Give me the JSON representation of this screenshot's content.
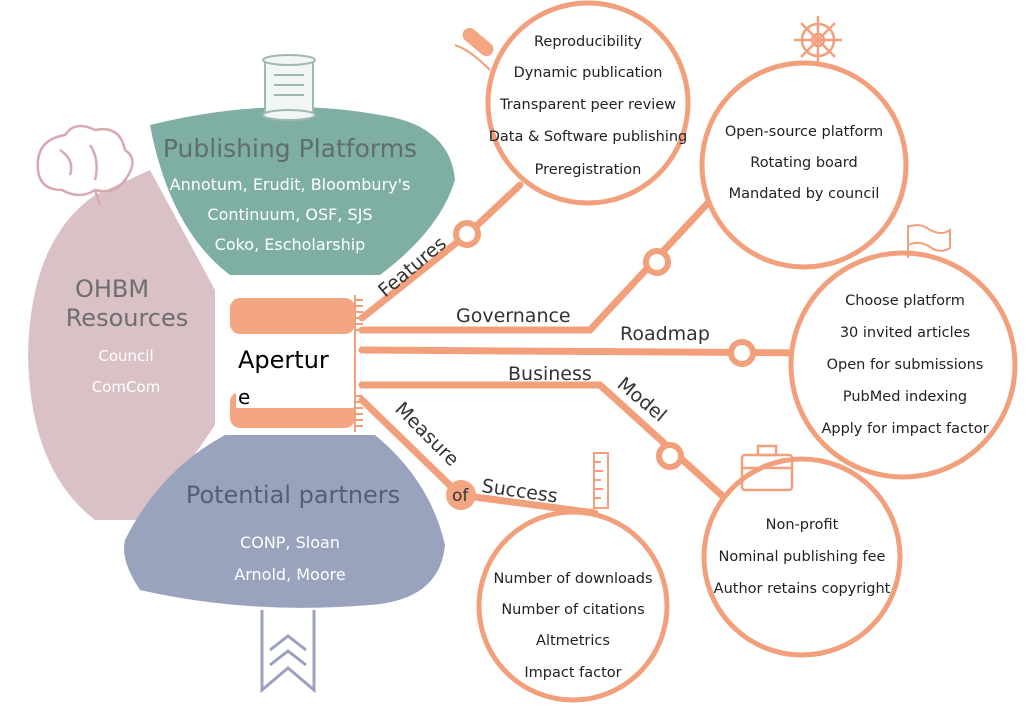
{
  "center": {
    "label_line1": "Apertur",
    "label_line2": "e"
  },
  "left_sections": {
    "publishing_platforms": {
      "title": "Publishing Platforms",
      "lines": [
        "Annotum, Erudit, Bloombury's",
        "Continuum, OSF, SJS",
        "Coko, Escholarship"
      ]
    },
    "ohbm_resources": {
      "title_line1": "OHBM",
      "title_line2": "Resources",
      "items": [
        "Council",
        "ComCom"
      ]
    },
    "potential_partners": {
      "title": "Potential partners",
      "lines": [
        "CONP, Sloan",
        "Arnold, Moore"
      ]
    }
  },
  "branches": {
    "features": {
      "label": "Features",
      "items": [
        "Reproducibility",
        "Dynamic publication",
        "Transparent peer review",
        "Data & Software publishing",
        "Preregistration"
      ]
    },
    "governance": {
      "label": "Governance",
      "items": [
        "Open-source platform",
        "Rotating board",
        "Mandated by council"
      ]
    },
    "roadmap": {
      "label": "Roadmap",
      "items": [
        "Choose platform",
        "30 invited articles",
        "Open for submissions",
        "PubMed indexing",
        "Apply for impact factor"
      ]
    },
    "business_model": {
      "label_business": "Business",
      "label_model": "Model",
      "items": [
        "Non-profit",
        "Nominal publishing fee",
        "Author retains copyright"
      ]
    },
    "measure_of_success": {
      "label_measure": "Measure",
      "label_of": "of",
      "label_success": "Success",
      "items": [
        "Number of downloads",
        "Number of citations",
        "Altmetrics",
        "Impact factor"
      ]
    }
  },
  "colors": {
    "orange": "#F4A582",
    "orange_line": "#F2A07C",
    "teal": "#7FAFA4",
    "mauve": "#D9C1C6",
    "slate": "#9AA3BE",
    "text_dark": "#222222",
    "text_grey": "#666666",
    "white": "#ffffff"
  },
  "icons": [
    "scroll-icon",
    "brain-icon",
    "ribbon-icon",
    "quill-icon",
    "ship-wheel-icon",
    "flag-icon",
    "briefcase-icon",
    "ruler-icon"
  ]
}
